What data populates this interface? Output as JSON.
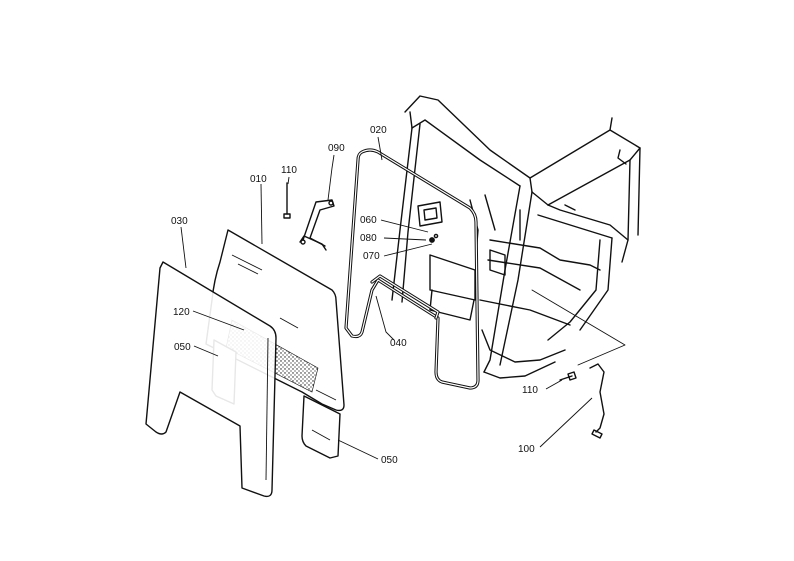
{
  "labels": {
    "p010": "010",
    "p020": "020",
    "p030": "030",
    "p040": "040",
    "p050a": "050",
    "p050b": "050",
    "p060": "060",
    "p070": "070",
    "p080": "080",
    "p090": "090",
    "p100": "100",
    "p110a": "110",
    "p110b": "110",
    "p120": "120"
  }
}
